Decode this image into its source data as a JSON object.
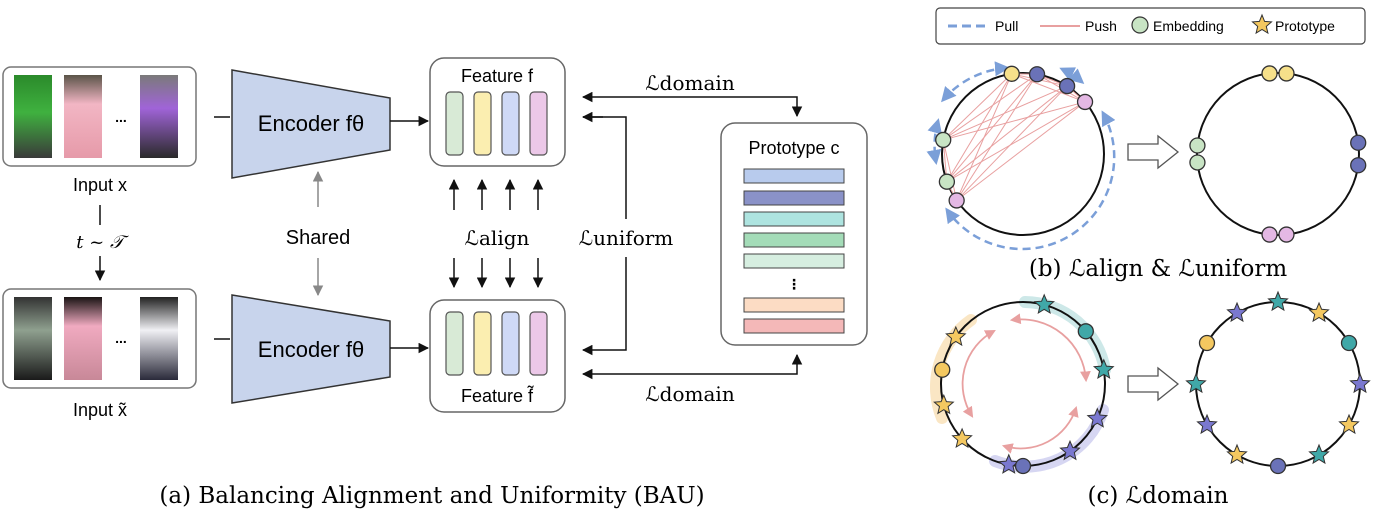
{
  "legend": {
    "pull": "Pull",
    "push": "Push",
    "embedding": "Embedding",
    "prototype": "Prototype"
  },
  "inputs": {
    "top_label": "Input x",
    "bottom_label": "Input x̃",
    "ellipsis": "...",
    "transform_label": "t ~ 𝒯"
  },
  "encoder": {
    "label": "Encoder fθ",
    "shared_label": "Shared"
  },
  "features": {
    "top_label": "Feature f",
    "bottom_label": "Feature f̃",
    "align_loss": "ℒalign"
  },
  "losses": {
    "domain_top": "ℒdomain",
    "domain_bottom": "ℒdomain",
    "uniform": "ℒuniform"
  },
  "prototype": {
    "label": "Prototype c",
    "ellipsis": "⋮"
  },
  "captions": {
    "a": "(a) Balancing Alignment and Uniformity (BAU)",
    "b": "(b) ℒalign & ℒuniform",
    "c": "(c) ℒdomain"
  },
  "colors": {
    "encoder_fill": "#c8d4ec",
    "feat_green": "#d8ead6",
    "feat_yellow": "#fbeeb0",
    "feat_blue": "#cfd9f6",
    "feat_pink": "#ecc8e8",
    "pull": "#7b9fd8",
    "push": "#e8a0a0",
    "emb_yellow": "#f6e08a",
    "emb_navy": "#6a72b8",
    "emb_green": "#c8e4c4",
    "emb_pink": "#e4b8e4",
    "star_yellow": "#f4c860",
    "star_teal": "#40a8a8",
    "star_purple": "#7a78d0"
  }
}
